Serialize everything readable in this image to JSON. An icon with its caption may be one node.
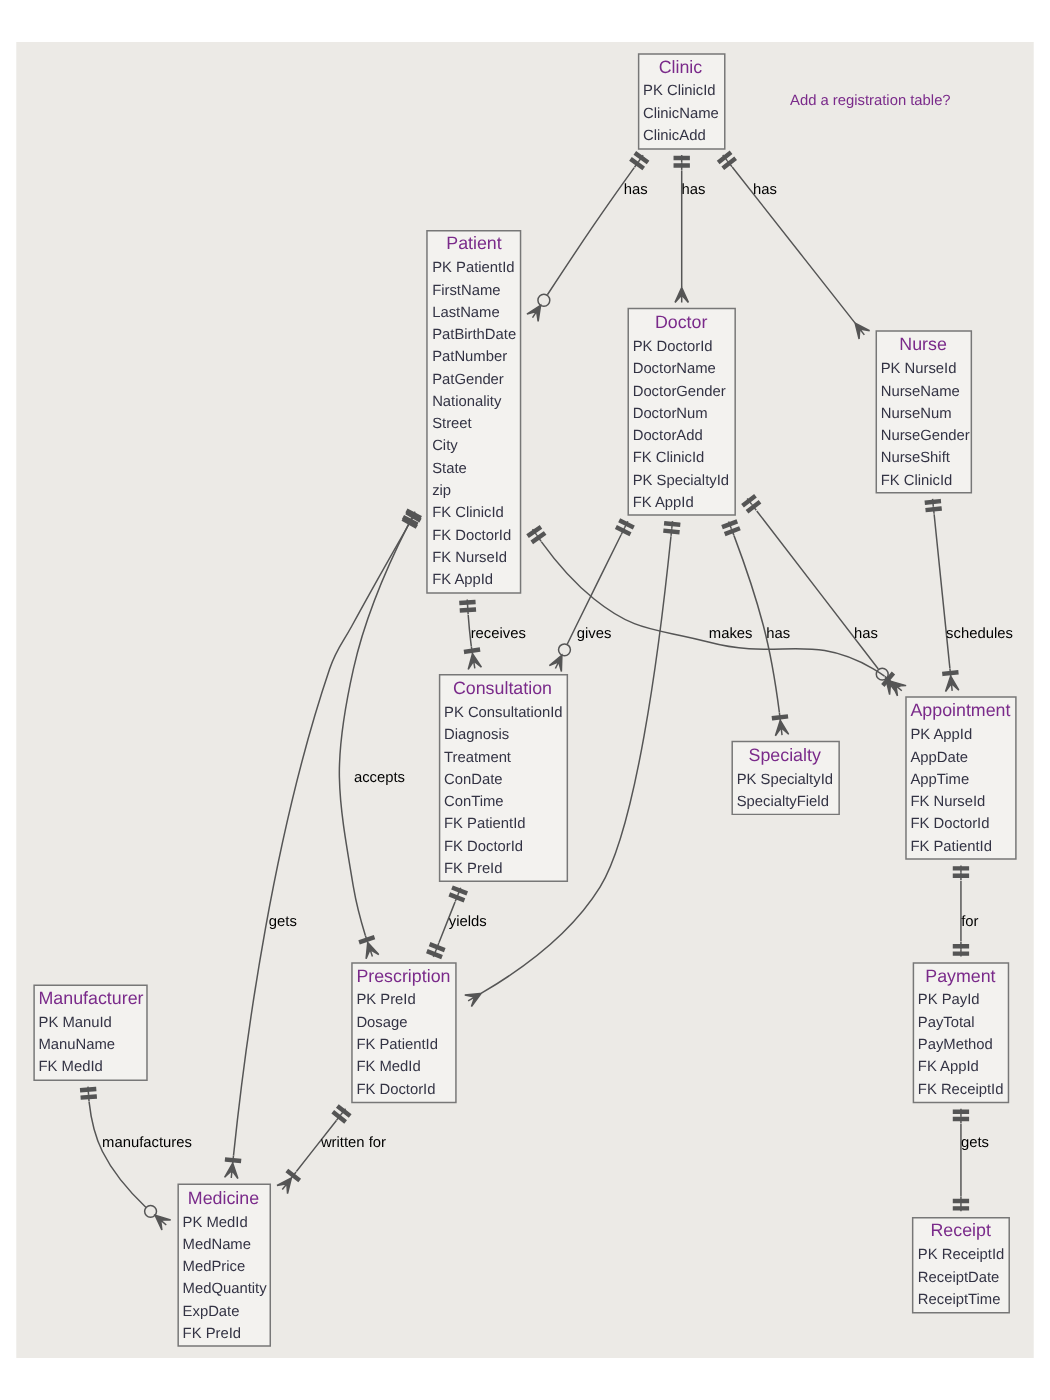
{
  "diagram": {
    "nodes": [
      {
        "text": [
          "Clinic",
          "PK ClinicId",
          "ClinicName",
          "ClinicAdd"
        ]
      },
      {
        "text": [
          "Appointment",
          "PK AppId",
          "AppDate",
          "AppTime",
          "FK NurseId",
          "FK DoctorId",
          "FK PatientId"
        ]
      },
      {
        "text": [
          "Patient",
          "PK PatientId",
          "FirstName",
          "LastName",
          "PatBirthDate",
          "PatNumber",
          "PatGender",
          "Nationality",
          "Street",
          "City",
          "State",
          "zip",
          "FK ClinicId",
          "FK DoctorId",
          "FK NurseId",
          "FK AppId"
        ]
      },
      {
        "text": [
          "Nurse",
          "PK NurseId",
          "NurseName",
          "NurseNum",
          "NurseGender",
          "NurseShift",
          "FK ClinicId"
        ]
      },
      {
        "text": [
          "Doctor",
          "PK DoctorId",
          "DoctorName",
          "DoctorGender",
          "DoctorNum",
          "DoctorAdd",
          "FK ClinicId",
          "PK SpecialtyId",
          "FK AppId"
        ]
      },
      {
        "text": [
          "Specialty",
          "PK SpecialtyId",
          "SpecialtyField"
        ]
      },
      {
        "text": [
          "Consultation",
          "PK ConsultationId",
          "Diagnosis",
          "Treatment",
          "ConDate",
          "ConTime",
          "FK PatientId",
          "FK DoctorId",
          "FK PreId"
        ]
      },
      {
        "text": [
          "Medicine",
          "PK MedId",
          "MedName",
          "MedPrice",
          "MedQuantity",
          "ExpDate",
          "FK PreId"
        ]
      },
      {
        "text": [
          "Prescription",
          "PK PreId",
          "Dosage",
          "FK PatientId",
          "FK MedId",
          "FK DoctorId"
        ]
      },
      {
        "text": [
          "Payment",
          "PK PayId",
          "PayTotal",
          "PayMethod",
          "FK AppId",
          "FK ReceiptId"
        ]
      },
      {
        "text": [
          "Manufacturer",
          "PK ManuId",
          "ManuName",
          "FK MedId"
        ]
      },
      {
        "text": [
          "Receipt",
          "PK ReceiptId",
          "ReceiptDate",
          "ReceiptTime"
        ]
      }
    ],
    "edges": [
      {
        "from": 0,
        "to": 2,
        "arrow": "other",
        "label": "has"
      },
      {
        "from": 0,
        "to": 4,
        "arrow": "other",
        "label": "has"
      },
      {
        "from": 0,
        "to": 3,
        "arrow": "other",
        "label": "has"
      },
      {
        "from": 3,
        "to": 1,
        "arrow": "other",
        "label": "schedules"
      },
      {
        "from": 2,
        "to": 1,
        "arrow": "other",
        "label": "makes"
      },
      {
        "from": 4,
        "to": 1,
        "arrow": "other",
        "label": "has"
      },
      {
        "from": 1,
        "to": 9,
        "arrow": "other",
        "label": "for"
      },
      {
        "from": 4,
        "to": 6,
        "arrow": "other",
        "label": "gives"
      },
      {
        "from": 2,
        "to": 6,
        "arrow": "other",
        "label": "receives"
      },
      {
        "from": 4,
        "to": 5,
        "arrow": "other",
        "label": "has"
      },
      {
        "from": 4,
        "to": 8,
        "arrow": "other"
      },
      {
        "from": 6,
        "to": 8,
        "arrow": "other",
        "label": "yields"
      },
      {
        "from": 8,
        "to": 7,
        "arrow": "other",
        "label": "written for"
      },
      {
        "from": 2,
        "to": 8,
        "arrow": "other",
        "label": "accepts"
      },
      {
        "from": 2,
        "to": 7,
        "arrow": "other",
        "label": "gets"
      },
      {
        "from": 10,
        "to": 7,
        "arrow": "other",
        "label": "manufactures"
      },
      {
        "from": 9,
        "to": 11,
        "arrow": "other",
        "label": "gets"
      }
    ],
    "labels": [
      "Add a registration table?"
    ]
  }
}
